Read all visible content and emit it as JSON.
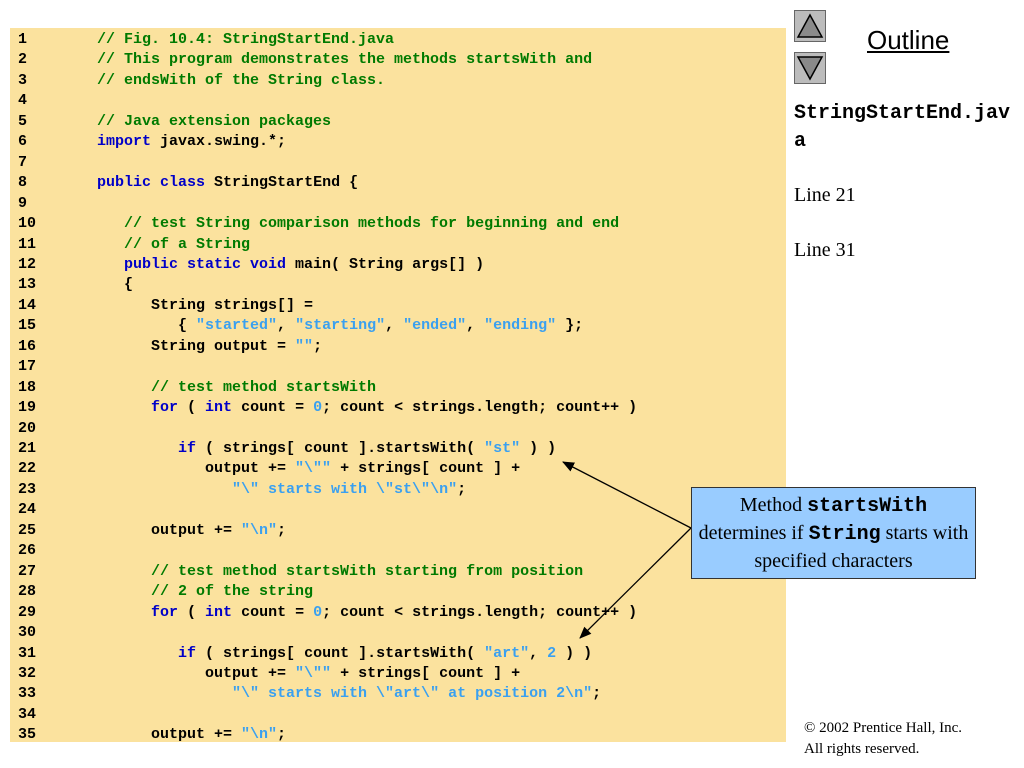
{
  "navigation": {
    "up_icon": "triangle-up-icon",
    "down_icon": "triangle-down-icon",
    "outline_label": "Outline"
  },
  "sidebar": {
    "file_name": "StringStartEnd.java",
    "line_refs": [
      "Line 21",
      "Line 31"
    ]
  },
  "callout": {
    "text_1": "Method ",
    "code_1": "startsWith",
    "text_2": " determines if ",
    "code_2": "String",
    "text_3": " starts with specified characters"
  },
  "footer": {
    "copyright_symbol": "©",
    "copyright_line1": " 2002 Prentice Hall, Inc.",
    "copyright_line2": "All rights reserved."
  },
  "colors": {
    "code_background": "#fbe29e",
    "comment": "#007a00",
    "keyword": "#0000c8",
    "string_literal": "#3aa0f0",
    "callout_background": "#99ccff"
  },
  "code_lines": [
    {
      "n": "1",
      "segs": [
        [
          "cm",
          "   // Fig. 10.4: StringStartEnd.java"
        ]
      ]
    },
    {
      "n": "2",
      "segs": [
        [
          "cm",
          "   // This program demonstrates the methods startsWith and"
        ]
      ]
    },
    {
      "n": "3",
      "segs": [
        [
          "cm",
          "   // endsWith of the String class."
        ]
      ]
    },
    {
      "n": "4",
      "segs": []
    },
    {
      "n": "5",
      "segs": [
        [
          "cm",
          "   // Java extension packages"
        ]
      ]
    },
    {
      "n": "6",
      "segs": [
        [
          "pl",
          "   "
        ],
        [
          "kw",
          "import"
        ],
        [
          "pl",
          " javax.swing.*;"
        ]
      ]
    },
    {
      "n": "7",
      "segs": []
    },
    {
      "n": "8",
      "segs": [
        [
          "pl",
          "   "
        ],
        [
          "kw",
          "public class"
        ],
        [
          "pl",
          " StringStartEnd {"
        ]
      ]
    },
    {
      "n": "9",
      "segs": []
    },
    {
      "n": "10",
      "segs": [
        [
          "cm",
          "      // test String comparison methods for beginning and end"
        ]
      ]
    },
    {
      "n": "11",
      "segs": [
        [
          "cm",
          "      // of a String"
        ]
      ]
    },
    {
      "n": "12",
      "segs": [
        [
          "pl",
          "      "
        ],
        [
          "kw",
          "public static void"
        ],
        [
          "pl",
          " main( String args[] )"
        ]
      ]
    },
    {
      "n": "13",
      "segs": [
        [
          "pl",
          "      {"
        ]
      ]
    },
    {
      "n": "14",
      "segs": [
        [
          "pl",
          "         String strings[] ="
        ]
      ]
    },
    {
      "n": "15",
      "segs": [
        [
          "pl",
          "            { "
        ],
        [
          "st",
          "\"started\""
        ],
        [
          "pl",
          ", "
        ],
        [
          "st",
          "\"starting\""
        ],
        [
          "pl",
          ", "
        ],
        [
          "st",
          "\"ended\""
        ],
        [
          "pl",
          ", "
        ],
        [
          "st",
          "\"ending\""
        ],
        [
          "pl",
          " };"
        ]
      ]
    },
    {
      "n": "16",
      "segs": [
        [
          "pl",
          "         String output = "
        ],
        [
          "st",
          "\"\""
        ],
        [
          "pl",
          ";"
        ]
      ]
    },
    {
      "n": "17",
      "segs": []
    },
    {
      "n": "18",
      "segs": [
        [
          "cm",
          "         // test method startsWith"
        ]
      ]
    },
    {
      "n": "19",
      "segs": [
        [
          "pl",
          "         "
        ],
        [
          "kw",
          "for"
        ],
        [
          "pl",
          " ( "
        ],
        [
          "kw",
          "int"
        ],
        [
          "pl",
          " count = "
        ],
        [
          "nm",
          "0"
        ],
        [
          "pl",
          "; count < strings.length; count++ )"
        ]
      ]
    },
    {
      "n": "20",
      "segs": []
    },
    {
      "n": "21",
      "segs": [
        [
          "pl",
          "            "
        ],
        [
          "kw",
          "if"
        ],
        [
          "pl",
          " ( strings[ count ].startsWith( "
        ],
        [
          "st",
          "\"st\""
        ],
        [
          "pl",
          " ) )"
        ]
      ]
    },
    {
      "n": "22",
      "segs": [
        [
          "pl",
          "               output += "
        ],
        [
          "st",
          "\"\\\"\""
        ],
        [
          "pl",
          " + strings[ count ] +"
        ]
      ]
    },
    {
      "n": "23",
      "segs": [
        [
          "pl",
          "                  "
        ],
        [
          "st",
          "\"\\\" starts with \\\"st\\\"\\n\""
        ],
        [
          "pl",
          ";"
        ]
      ]
    },
    {
      "n": "24",
      "segs": []
    },
    {
      "n": "25",
      "segs": [
        [
          "pl",
          "         output += "
        ],
        [
          "st",
          "\"\\n\""
        ],
        [
          "pl",
          ";"
        ]
      ]
    },
    {
      "n": "26",
      "segs": []
    },
    {
      "n": "27",
      "segs": [
        [
          "cm",
          "         // test method startsWith starting from position"
        ]
      ]
    },
    {
      "n": "28",
      "segs": [
        [
          "cm",
          "         // 2 of the string"
        ]
      ]
    },
    {
      "n": "29",
      "segs": [
        [
          "pl",
          "         "
        ],
        [
          "kw",
          "for"
        ],
        [
          "pl",
          " ( "
        ],
        [
          "kw",
          "int"
        ],
        [
          "pl",
          " count = "
        ],
        [
          "nm",
          "0"
        ],
        [
          "pl",
          "; count < strings.length; count++ )"
        ]
      ]
    },
    {
      "n": "30",
      "segs": []
    },
    {
      "n": "31",
      "segs": [
        [
          "pl",
          "            "
        ],
        [
          "kw",
          "if"
        ],
        [
          "pl",
          " ( strings[ count ].startsWith( "
        ],
        [
          "st",
          "\"art\""
        ],
        [
          "pl",
          ", "
        ],
        [
          "nm",
          "2"
        ],
        [
          "pl",
          " ) )"
        ]
      ]
    },
    {
      "n": "32",
      "segs": [
        [
          "pl",
          "               output += "
        ],
        [
          "st",
          "\"\\\"\""
        ],
        [
          "pl",
          " + strings[ count ] +"
        ]
      ]
    },
    {
      "n": "33",
      "segs": [
        [
          "pl",
          "                  "
        ],
        [
          "st",
          "\"\\\" starts with \\\"art\\\" at position 2\\n\""
        ],
        [
          "pl",
          ";"
        ]
      ]
    },
    {
      "n": "34",
      "segs": []
    },
    {
      "n": "35",
      "segs": [
        [
          "pl",
          "         output += "
        ],
        [
          "st",
          "\"\\n\""
        ],
        [
          "pl",
          ";"
        ]
      ]
    }
  ]
}
